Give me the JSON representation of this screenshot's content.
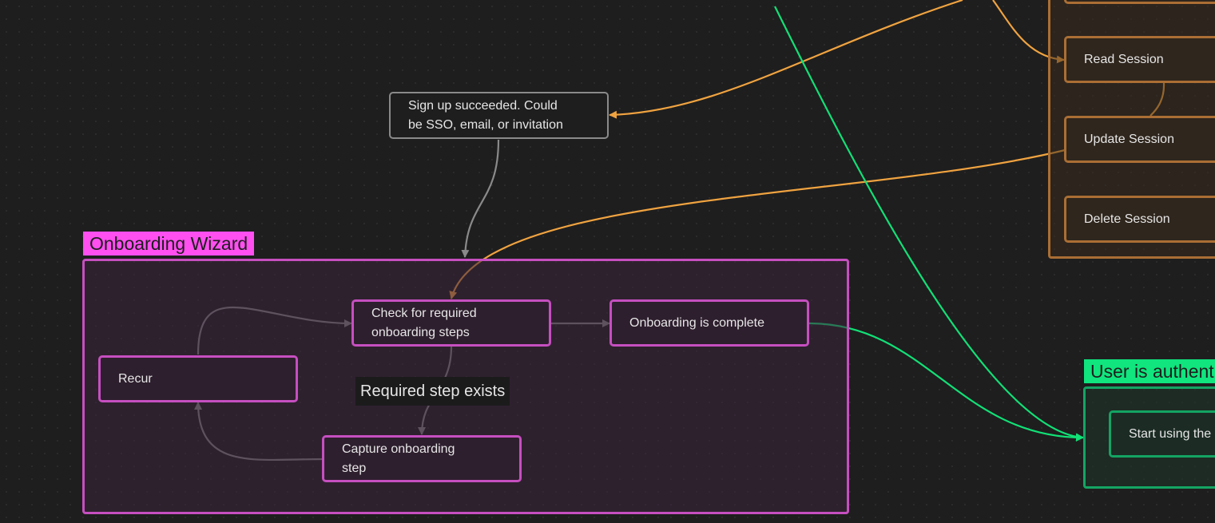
{
  "colors": {
    "background": "#1e1e1e",
    "pink_group_border": "#c64fc0",
    "pink_label_bg": "#ff4ff0",
    "orange_border": "#ab6e34",
    "orange_edge": "#f0a340",
    "green_border": "#14a463",
    "green_label_bg": "#10e57e",
    "green_edge": "#12e076",
    "gray_edge": "#8a8a8a"
  },
  "groups": {
    "onboarding": {
      "label": "Onboarding Wizard"
    },
    "authenticated": {
      "label": "User is authent"
    }
  },
  "nodes": {
    "signup": "Sign up succeeded. Could\nbe SSO, email, or invitation",
    "check_required": "Check for required\nonboarding steps",
    "onboarding_complete": "Onboarding is complete",
    "recur": "Recur",
    "capture_step": "Capture onboarding\nstep",
    "read_session": "Read Session",
    "update_session": "Update Session",
    "delete_session": "Delete Session",
    "start_using": "Start using the"
  },
  "edge_labels": {
    "required_step_exists": "Required step exists"
  }
}
